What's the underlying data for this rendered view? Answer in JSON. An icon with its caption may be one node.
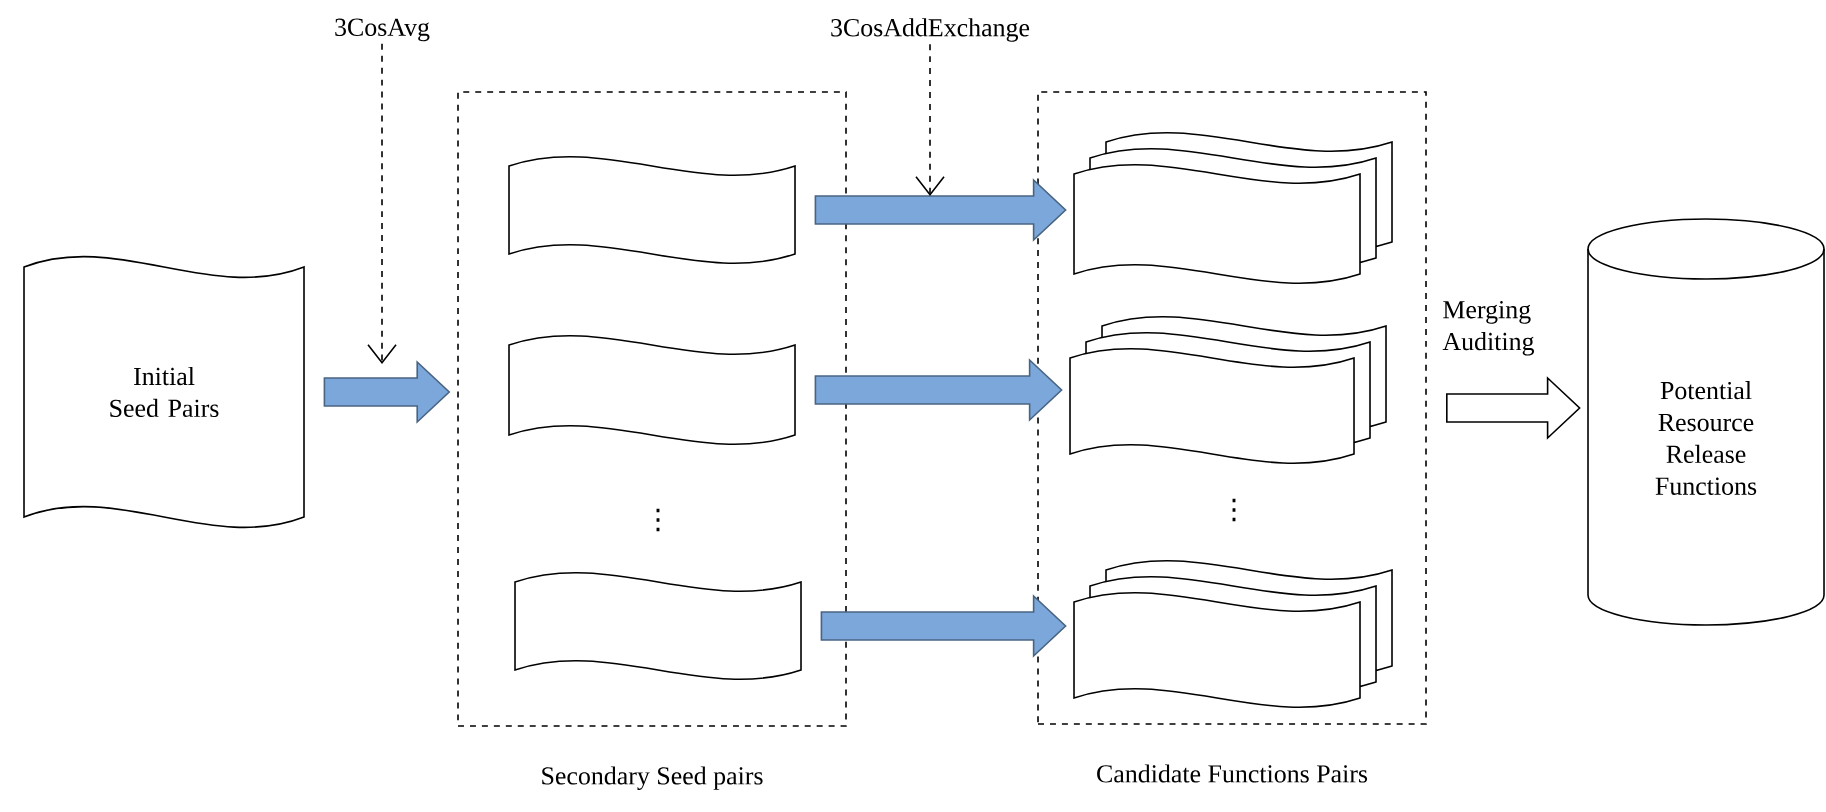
{
  "diagram": {
    "nodes": [
      {
        "text": [
          "Initial Seed Pairs"
        ]
      },
      {
        "text": [
          "Secondary Seed pairs"
        ]
      },
      {
        "text": [],
        "shape": "tape",
        "in": 1
      },
      {
        "text": [],
        "shape": "tape",
        "in": 1
      },
      {
        "text": [],
        "shape": "tape",
        "in": 1
      },
      {
        "text": [
          "Candidate Functions Pairs"
        ]
      },
      {
        "text": [],
        "shape": "stack",
        "in": 5
      },
      {
        "text": [],
        "shape": "stack",
        "in": 5
      },
      {
        "text": [],
        "shape": "stack",
        "in": 5
      },
      {
        "text": [
          "Potential Resource Release Functions"
        ]
      },
      {
        "text": [
          "3CosAvg"
        ]
      },
      {
        "text": [
          "3CosAddExchange"
        ]
      }
    ],
    "edges": [
      {
        "from": 0,
        "to": 1,
        "arrow": "to",
        "style": "thick",
        "color": "#7ba7da"
      },
      {
        "from": 2,
        "to": 6,
        "arrow": "to",
        "style": "thick",
        "color": "#7ba7da"
      },
      {
        "from": 3,
        "to": 7,
        "arrow": "to",
        "style": "thick",
        "color": "#7ba7da"
      },
      {
        "from": 4,
        "to": 8,
        "arrow": "to",
        "style": "thick",
        "color": "#7ba7da"
      },
      {
        "from": 5,
        "to": 9,
        "arrow": "to",
        "style": "thick",
        "label": "Merging Auditing"
      },
      {
        "from": 10,
        "to": null,
        "arrow": "to",
        "style": "dashed"
      },
      {
        "from": 11,
        "to": null,
        "arrow": "to",
        "style": "dashed"
      }
    ],
    "labels": [
      "⋮",
      "⋮"
    ]
  }
}
